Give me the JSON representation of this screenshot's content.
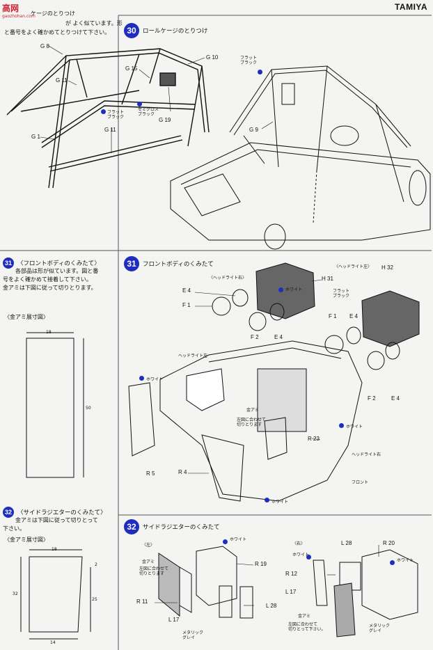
{
  "brand": "TAMIYA",
  "watermark": {
    "main": "高网",
    "sub": "gaozhohan.com"
  },
  "step30_intro": [
    "ケージのとりつけ",
    "が よく似ています。形",
    "と番号をよく確かめてとりつけて下さい。"
  ],
  "step30": {
    "number": "30",
    "title": "ロールケージのとりつけ"
  },
  "step31_intro": {
    "number": "31",
    "title": "〈フロントボディのくみたて〉",
    "lines": [
      "各部品は形が似ています。図と番",
      "号をよく確かめて接着して下さい。",
      "金アミは下図に従って切りとります。"
    ]
  },
  "step31": {
    "number": "31",
    "title": "フロントボディのくみたて"
  },
  "step32_intro": {
    "number": "32",
    "title": "〈サイドラジエターのくみたて〉",
    "lines": [
      "金アミは下図に従って切りとって",
      "下さい。"
    ]
  },
  "step32": {
    "number": "32",
    "title": "サイドラジエターのくみたて"
  },
  "mesh_label": "〈金アミ展寸図〉",
  "cage_labels": {
    "g8": "G 8",
    "g15": "G 15",
    "g10": "G 10",
    "g11a": "G 11",
    "g11b": "G 11",
    "g1": "G 1",
    "g19": "G 19",
    "g9": "G 9"
  },
  "paint": {
    "flat_black_a": [
      "フラット",
      "ブラック"
    ],
    "flat_black_b": [
      "フラット",
      "ブラック"
    ],
    "semi_gloss": [
      "セミグロス",
      "ブラック"
    ]
  },
  "front_labels": {
    "e4a": "E 4",
    "f1a": "F 1",
    "f2a": "F 2",
    "e4b": "E 4",
    "h31": "H 31",
    "h32": "H 32",
    "f1b": "F 1",
    "e4c": "E 4",
    "f2b": "F 2",
    "e4d": "E 4",
    "r23": "R 23",
    "r5": "R 5",
    "r4": "R 4"
  },
  "front_notes": {
    "headlight_right": "〈ヘッドライト右〉",
    "headlight_left_top": "〈ヘッドライト左〉",
    "flat_black": [
      "フラット",
      "ブラック"
    ],
    "headlight_left": "ヘッドライト左",
    "headlight_right2": "ヘッドライト右",
    "white1": "ホワイト",
    "white2": "ホワイト",
    "white3": "ホワイト",
    "white4": "ホワイト",
    "mesh": "金アミ",
    "mesh_note": [
      "左図に合わせて",
      "切りとります"
    ],
    "front": "フロント"
  },
  "side_labels": {
    "left": "〈左〉",
    "right": "〈右〉",
    "r19": "R 19",
    "r11": "R 11",
    "l17a": "L 17",
    "l28a": "L 28",
    "l28b": "L 28",
    "r20": "R 20",
    "r12": "R 12",
    "l17b": "L 17"
  },
  "side_notes": {
    "white_a": "ホワイト",
    "white_b": "ホワイト",
    "white_c": "ホワイト",
    "mesh_a": "金アミ",
    "mesh_a_note": [
      "左図に合わせて",
      "切りとります"
    ],
    "mesh_b": "金アミ",
    "mesh_b_note": [
      "左図に合わせて",
      "切りとって下さい。"
    ],
    "metal_gray_a": [
      "メタリック",
      "グレイ"
    ],
    "metal_gray_b": [
      "メタリック",
      "グレイ"
    ]
  },
  "dims_a": {
    "w": "18",
    "h": "50"
  },
  "dims_b": {
    "top": "18",
    "left": "32",
    "right": "25",
    "bottom": "14",
    "small": "2"
  }
}
